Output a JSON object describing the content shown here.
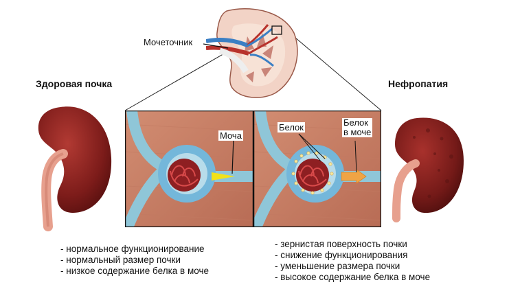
{
  "labels": {
    "ureter": "Мочеточник",
    "healthy_title": "Здоровая почка",
    "nephropathy_title": "Нефропатия",
    "urine": "Моча",
    "protein": "Белок",
    "protein_in_urine_line1": "Белок",
    "protein_in_urine_line2": "в моче"
  },
  "healthy_features": [
    "- нормальное функционирование",
    "- нормальный размер почки",
    "- низкое содержание белка в моче"
  ],
  "nephropathy_features": [
    "- зернистая поверхность почки",
    "- снижение функционирования",
    "- уменьшение размера почки",
    "- высокое содержание белка в моче"
  ],
  "colors": {
    "kidney": "#8e2320",
    "cortex": "#f3d6c8",
    "tubule": "#8fc6d8",
    "capsule": "#74b7da",
    "urine_arrow": "#f2e21a",
    "protein_arrow": "#f0a444",
    "tissue": "#c77d64"
  }
}
